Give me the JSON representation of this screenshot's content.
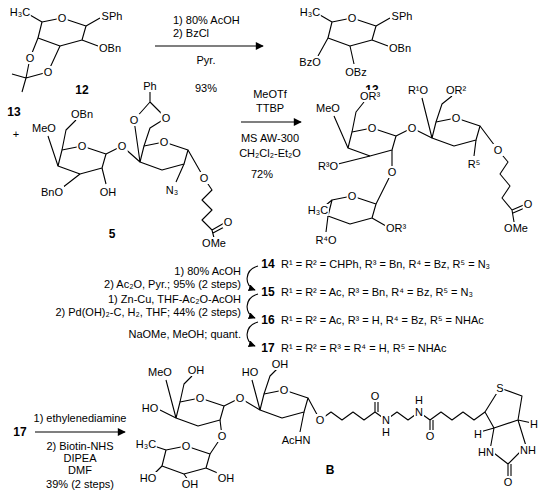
{
  "diagram": {
    "nodes": [
      {
        "text": [
          "H₃C",
          "O",
          "SPh",
          "OBn",
          "O",
          "O",
          "12"
        ]
      },
      {
        "text": [
          "H₃C",
          "O",
          "SPh",
          "OBn",
          "BzO",
          "OBz",
          "13"
        ]
      },
      {
        "text": [
          "13"
        ]
      },
      {
        "text": [
          "Ph",
          "O",
          "O",
          "MeO",
          "OBn",
          "O",
          "O",
          "O",
          "BnO",
          "OH",
          "N₃",
          "O",
          "O",
          "OMe",
          "5"
        ]
      },
      {
        "text": [
          "MeO",
          "OR³",
          "R¹O",
          "OR²",
          "O",
          "O",
          "O",
          "R³O",
          "R⁵",
          "O",
          "O",
          "O",
          "OMe",
          "H₃C",
          "O",
          "OR³",
          "R⁴O"
        ]
      },
      {
        "text": [
          "17"
        ]
      },
      {
        "text": [
          "MeO",
          "OH",
          "HO",
          "OH",
          "S",
          "O",
          "O",
          "O",
          "O",
          "H",
          "HO",
          "N",
          "O",
          "N",
          "H",
          "H",
          "O",
          "H",
          "O",
          "AcHN",
          "H₃C",
          "O",
          "NH",
          "HN",
          "B",
          "HO",
          "OH",
          "O",
          "OH"
        ]
      }
    ],
    "edges": [
      {
        "from": 0,
        "to": 1,
        "arrow": "to"
      },
      {
        "from": 3,
        "to": 4,
        "arrow": "to"
      },
      {
        "from": 5,
        "to": 6,
        "arrow": "to"
      }
    ],
    "labels": [
      "1) 80% AcOH",
      "2) BzCl",
      "Pyr.",
      "93%",
      "+",
      "MeOTf",
      "TTBP",
      "MS AW-300",
      "CH₂Cl₂-Et₂O",
      "72%",
      "14",
      "R¹ = R² = CHPh, R³ = Bn, R⁴ = Bz, R⁵ = N₃",
      "15",
      "R¹ = R² = Ac, R³ = Bn, R⁴ = Bz, R⁵ = N₃",
      "16",
      "R¹ = R² = Ac, R³ = H, R⁴ = Bz, R⁵ = NHAc",
      "17",
      "R¹ = R² = R³ = R⁴ = H, R⁵ = NHAc",
      "1) 80% AcOH",
      "2) Ac₂O, Pyr.; 95% (2 steps)",
      "1) Zn-Cu, THF-Ac₂O-AcOH",
      "2) Pd(OH)₂-C, H₂, THF; 44% (2 steps)",
      "NaOMe, MeOH; quant.",
      "1) ethylenediamine",
      "2) Biotin-NHS",
      "DIPEA",
      "DMF",
      "39% (2 steps)"
    ]
  }
}
